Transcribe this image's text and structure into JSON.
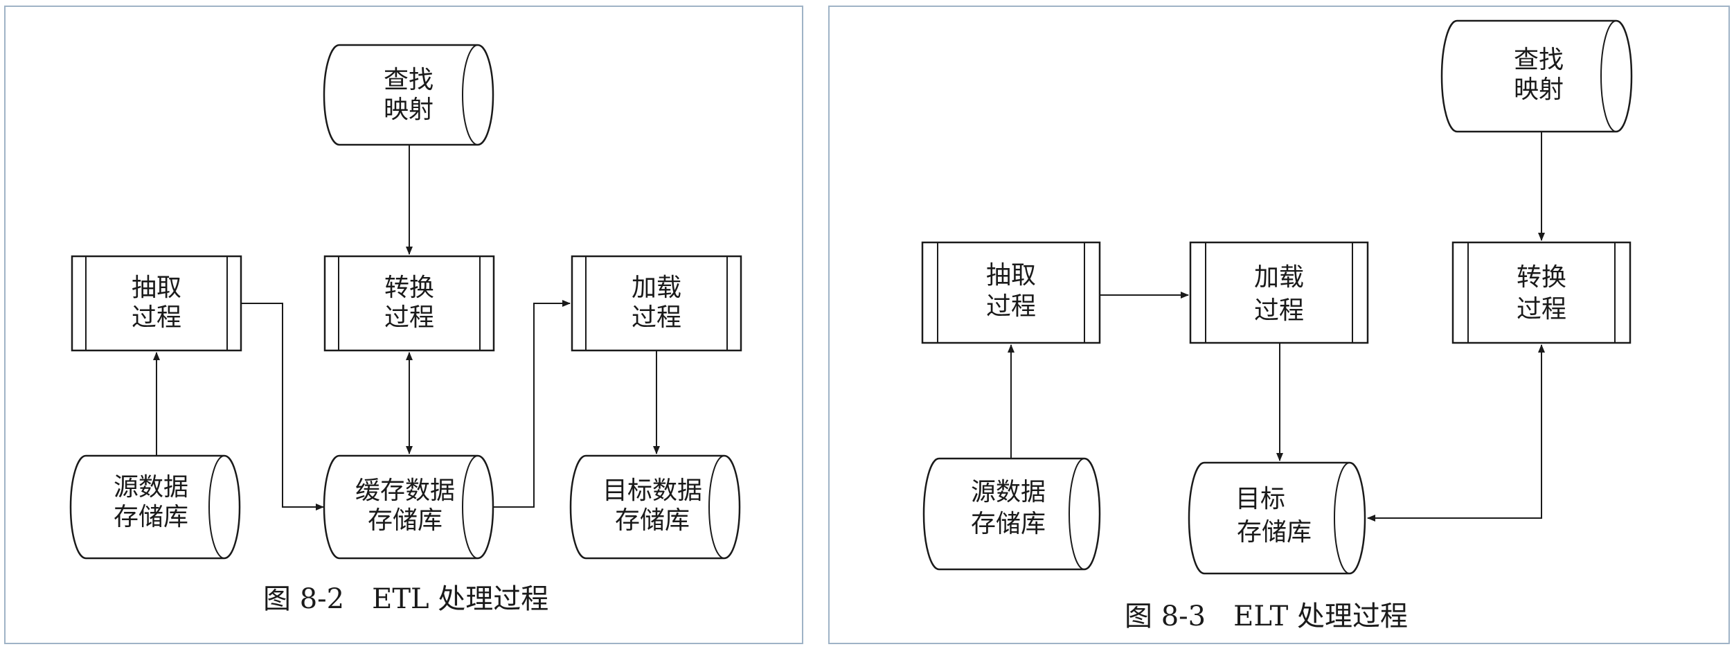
{
  "figures": {
    "etl": {
      "lookup_line1": "查找",
      "lookup_line2": "映射",
      "extract_line1": "抽取",
      "extract_line2": "过程",
      "transform_line1": "转换",
      "transform_line2": "过程",
      "load_line1": "加载",
      "load_line2": "过程",
      "source_line1": "源数据",
      "source_line2": "存储库",
      "staging_line1": "缓存数据",
      "staging_line2": "存储库",
      "target_line1": "目标数据",
      "target_line2": "存储库",
      "caption": "图 8-2　ETL 处理过程"
    },
    "elt": {
      "lookup_line1": "查找",
      "lookup_line2": "映射",
      "extract_line1": "抽取",
      "extract_line2": "过程",
      "load_line1": "加载",
      "load_line2": "过程",
      "transform_line1": "转换",
      "transform_line2": "过程",
      "source_line1": "源数据",
      "source_line2": "存储库",
      "target_line1": "目标",
      "target_line2": "存储库",
      "caption": "图 8-3　ELT 处理过程"
    }
  },
  "colors": {
    "panel_border": "#9fb3c6",
    "stroke": "#1a1a1a",
    "background": "#ffffff"
  }
}
